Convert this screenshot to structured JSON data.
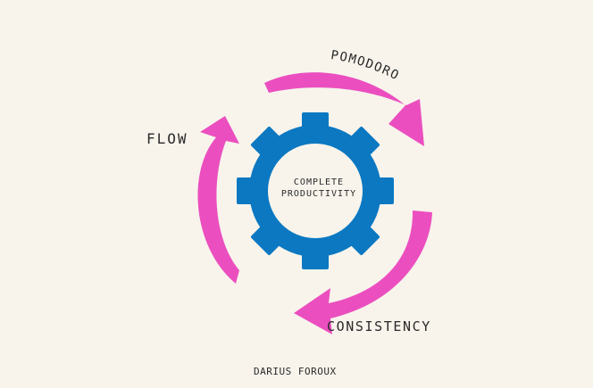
{
  "diagram": {
    "center": {
      "line1": "COMPLETE",
      "line2": "PRODUCTIVITY"
    },
    "cycle_labels": {
      "top": "POMODORO",
      "left": "FLOW",
      "bottom": "CONSISTENCY"
    },
    "signature": "DARIUS FOROUX"
  },
  "colors": {
    "background": "#f8f4ec",
    "gear": "#0b78c1",
    "gear_hole": "#f8f4ec",
    "arrow": "#eb4fbf",
    "text": "#2a2a2a"
  },
  "icons": {
    "center": "gear-icon",
    "arrows": "cycle-arrow-icon"
  }
}
